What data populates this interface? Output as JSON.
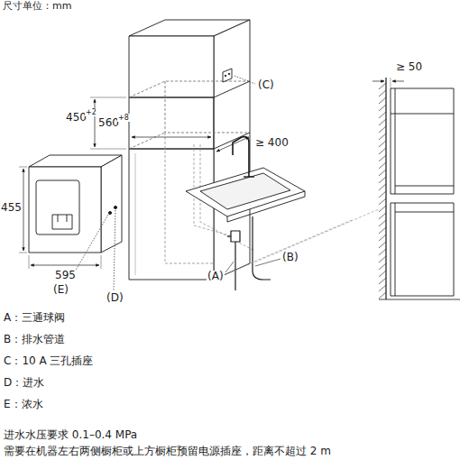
{
  "diagram": {
    "labels": [
      "尺寸单位：mm",
      "450",
      "+2",
      "560",
      "+8",
      "≥ 400",
      "(C)",
      "455",
      "595",
      "(E)",
      "(D)",
      "(A)",
      "(B)",
      "≥ 50",
      "A：三通球阀",
      "B：排水管道",
      "C：10 A 三孔插座",
      "D：进水",
      "E：浓水",
      "进水水压要求 0.1–0.4 MPa",
      "需要在机器左右两侧橱柜或上方橱柜预留电源插座，距离不超过 2 m"
    ]
  }
}
